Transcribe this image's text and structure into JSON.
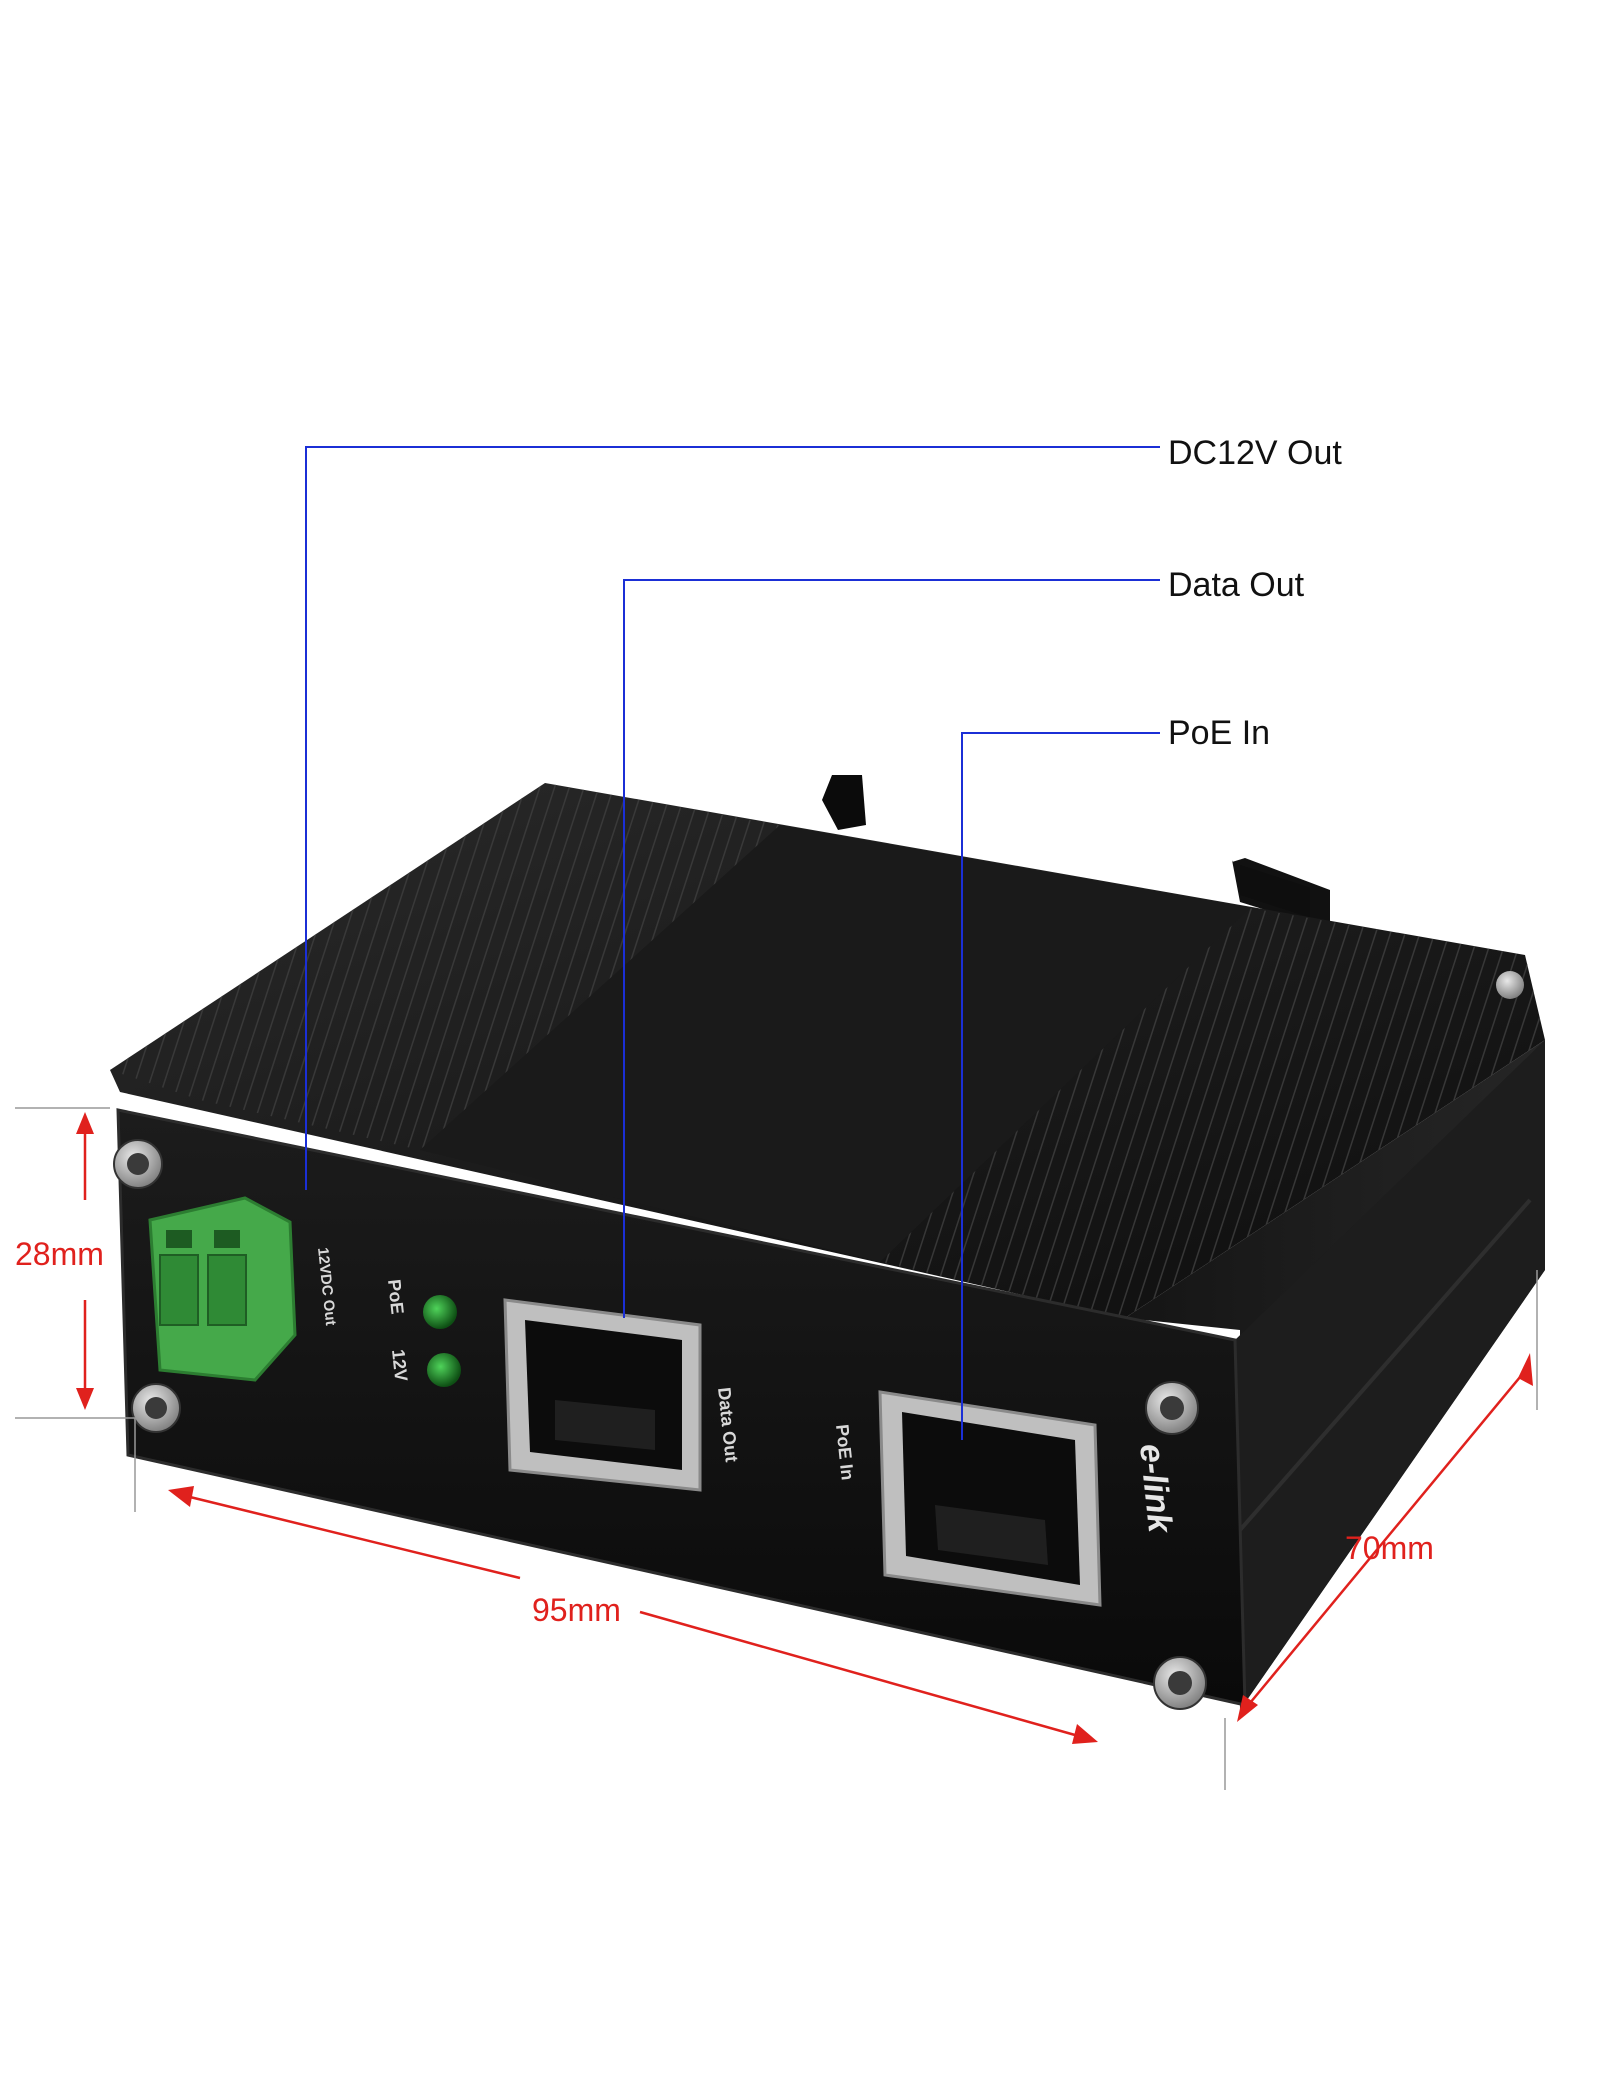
{
  "callouts": {
    "dc12v_out": "DC12V Out",
    "data_out": "Data Out",
    "poe_in": "PoE In"
  },
  "dimensions": {
    "height": "28mm",
    "width": "95mm",
    "depth": "70mm"
  },
  "device": {
    "terminal_label": "12VDC Out",
    "led_poe_label": "PoE",
    "led_12v_label": "12V",
    "port_data_label": "Data Out",
    "port_poe_label": "PoE In",
    "brand": "e-link"
  },
  "colors": {
    "callout_line": "#1b2fd6",
    "dimension": "#e0211d",
    "housing": "#121212",
    "terminal": "#45a94a",
    "led": "#1f8f2a"
  }
}
